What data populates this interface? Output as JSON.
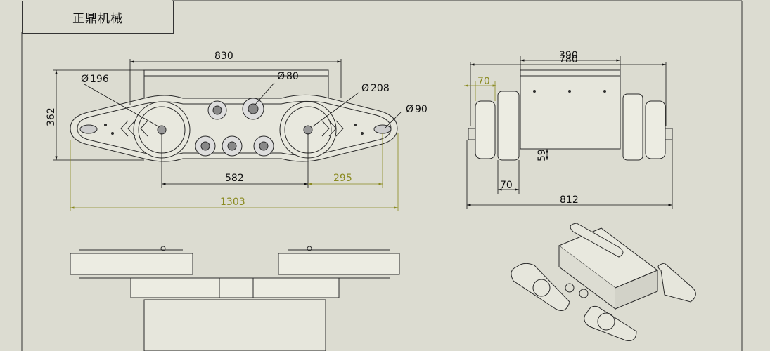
{
  "title_block": {
    "company": "正鼎机械"
  },
  "colors": {
    "background": "#dcdcd1",
    "line": "#2a2a2a",
    "dim_black": "#111111",
    "dim_olive": "#8a8a20"
  },
  "side_view": {
    "dims": {
      "top_length": "830",
      "height": "362",
      "center_span": "582",
      "rear_offset": "295",
      "overall_length": "1303",
      "dia_large_left": "196",
      "dia_large_right": "208",
      "dia_small_roller": "80",
      "dia_end_wheel": "90"
    }
  },
  "end_view": {
    "dims": {
      "width_outer": "390",
      "width_inner": "780",
      "track_width": "70",
      "track_gap": "70",
      "clearance": "59",
      "overall_width": "812"
    }
  },
  "diameter_symbol": "Ø"
}
